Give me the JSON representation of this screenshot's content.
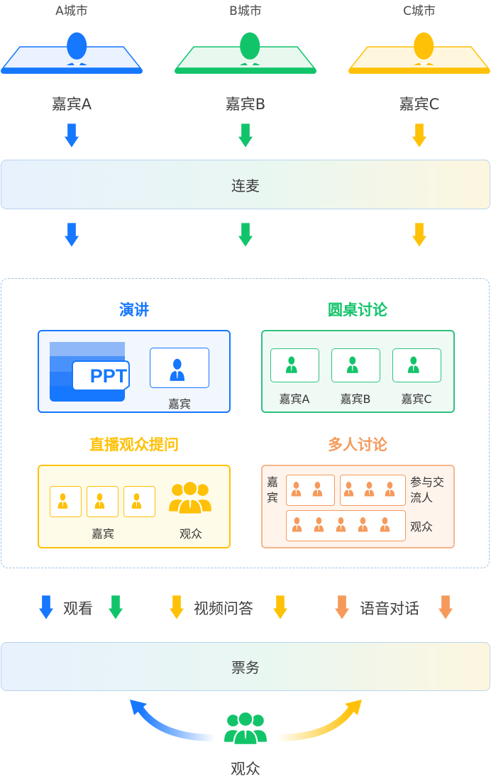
{
  "top": {
    "cities": [
      {
        "city": "A城市",
        "guest": "嘉宾A",
        "color": "#1677ff",
        "light": "#e6f0ff"
      },
      {
        "city": "B城市",
        "guest": "嘉宾B",
        "color": "#11c46a",
        "light": "#e5f8ee"
      },
      {
        "city": "C城市",
        "guest": "嘉宾C",
        "color": "#ffc107",
        "light": "#fff6d9"
      }
    ]
  },
  "bands": {
    "connect": "连麦",
    "ticket": "票务"
  },
  "modes": {
    "speech": {
      "title": "演讲",
      "ppt": "PPT",
      "guest": "嘉宾",
      "color": "#1677ff"
    },
    "roundtable": {
      "title": "圆桌讨论",
      "guests": [
        "嘉宾A",
        "嘉宾B",
        "嘉宾C"
      ],
      "color": "#11c46a"
    },
    "qa": {
      "title": "直播观众提问",
      "guest": "嘉宾",
      "audience": "观众",
      "color": "#ffc107"
    },
    "multi": {
      "title": "多人讨论",
      "guest_label": "嘉宾",
      "participant_label": "参与交流人",
      "audience_label": "观众",
      "color": "#f59a5b"
    }
  },
  "flows": {
    "watch": "观看",
    "video_qa": "视频问答",
    "voice": "语音对话"
  },
  "bottom": {
    "audience": "观众",
    "color": "#11c46a"
  }
}
